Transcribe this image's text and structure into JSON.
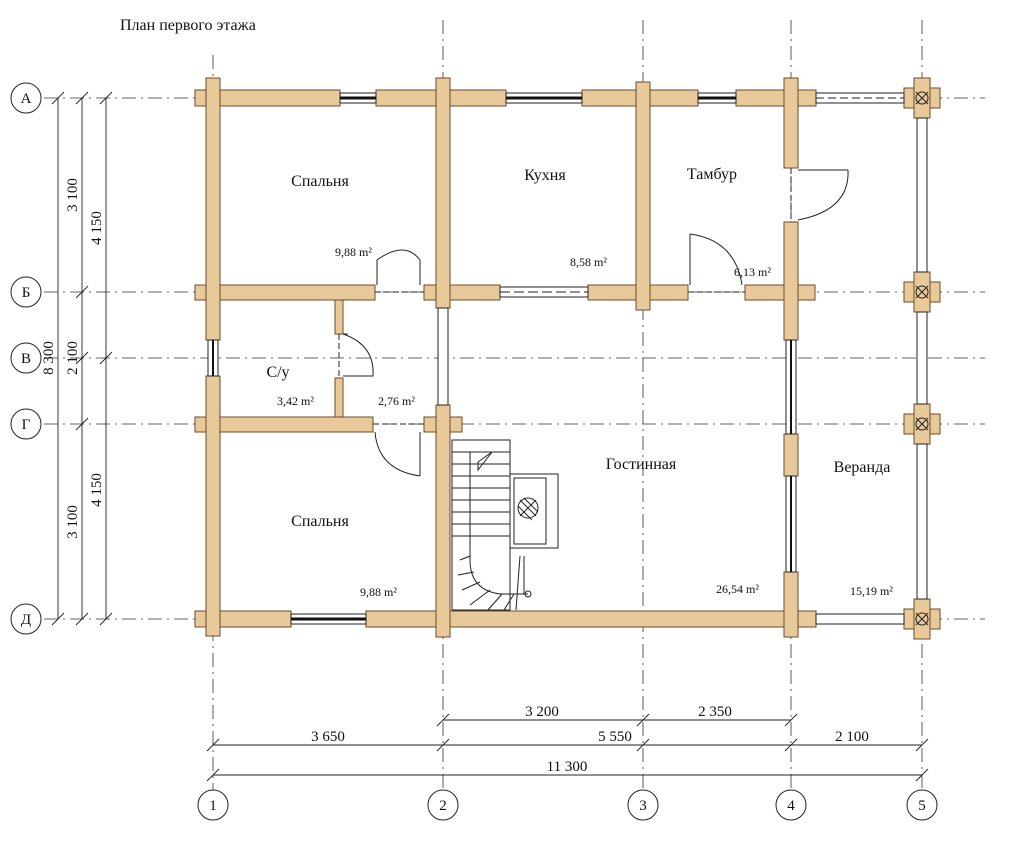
{
  "title": "План первого этажа",
  "rooms": {
    "bedroom_top": {
      "label": "Спальня",
      "area": "9,88 m²"
    },
    "kitchen": {
      "label": "Кухня",
      "area": "8,58 m²"
    },
    "vestibule": {
      "label": "Тамбур",
      "area": "6,13 m²"
    },
    "bathroom": {
      "label": "С/у",
      "area": "3,42 m²"
    },
    "hall": {
      "area": "2,76 m²"
    },
    "living": {
      "label": "Гостинная",
      "area": "26,54 m²"
    },
    "veranda": {
      "label": "Веранда",
      "area": "15,19 m²"
    },
    "bedroom_bottom": {
      "label": "Спальня",
      "area": "9,88 m²"
    }
  },
  "axes_rows": [
    "А",
    "Б",
    "В",
    "Г",
    "Д"
  ],
  "axes_cols": [
    "1",
    "2",
    "3",
    "4",
    "5"
  ],
  "dims_left": {
    "inner_top": "3 100",
    "inner_mid": "2 100",
    "inner_bottom": "3 100",
    "outer_top": "4 150",
    "outer_bottom": "4 150",
    "total": "8 300"
  },
  "dims_bottom": {
    "d_2_3": "3 200",
    "d_3_4": "2 350",
    "d_1_2": "3 650",
    "d_2_4": "5 550",
    "d_4_5": "2 100",
    "total": "11 300"
  }
}
